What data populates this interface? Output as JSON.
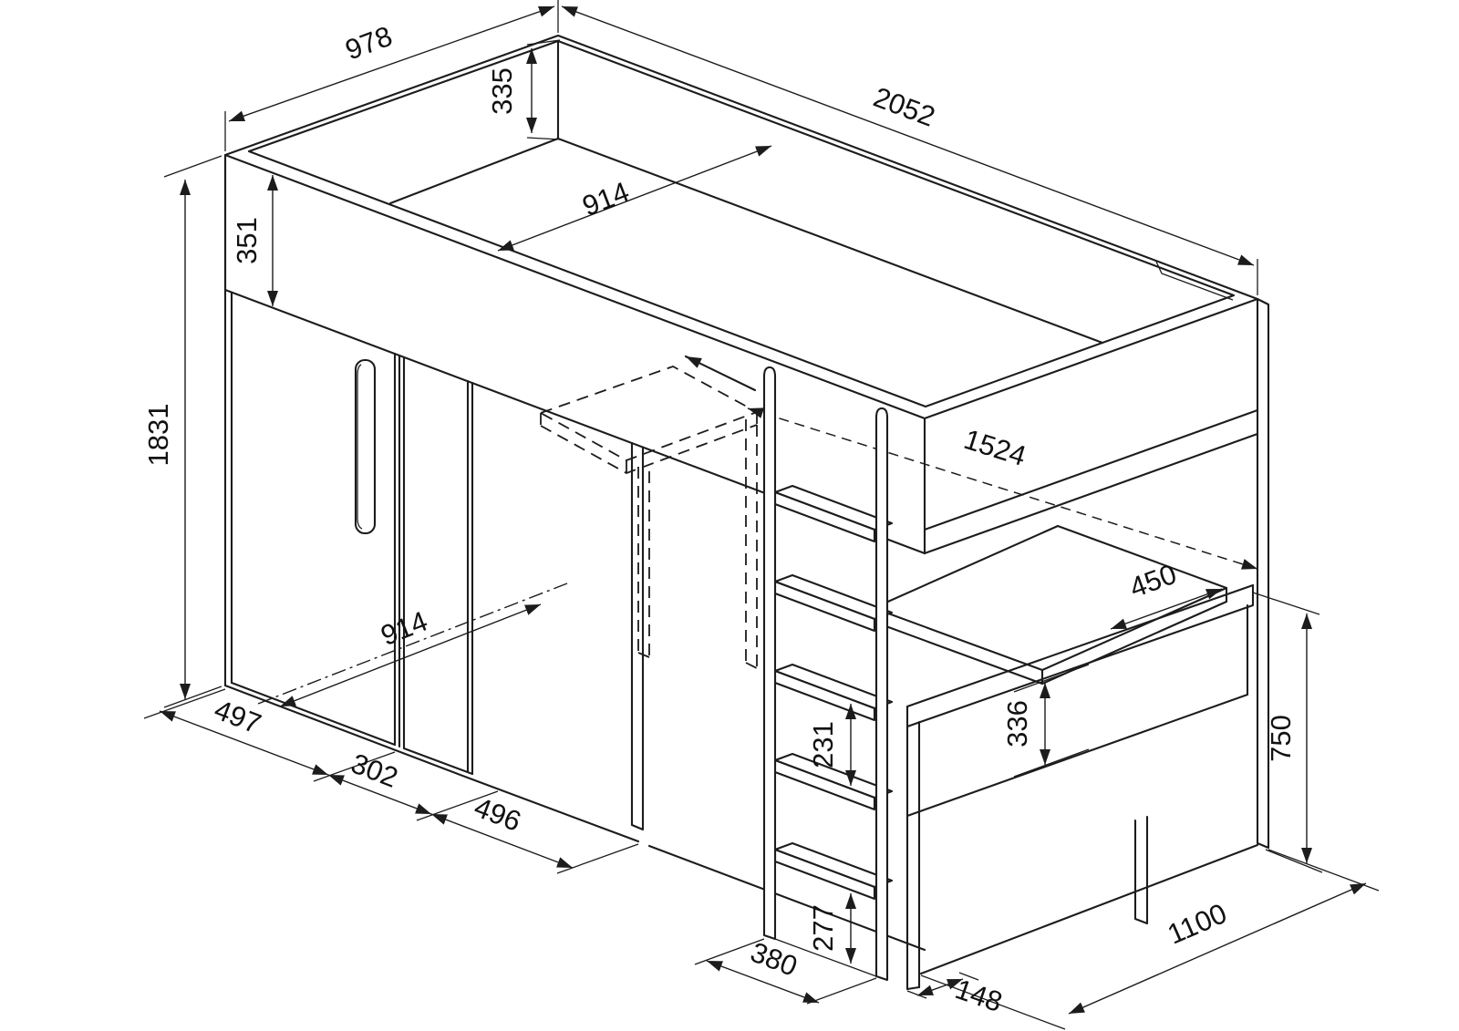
{
  "drawing": {
    "subject": "Loft bed technical line drawing with wardrobe, pull-out desk, ladder and end desk",
    "style": "isometric CAD outline",
    "line_color": "#1c1c1c",
    "background_color": "#ffffff",
    "dimensions_mm": {
      "top_depth": "978",
      "guard_inner_height": "335",
      "bed_length": "2052",
      "bed_inner_width": "914",
      "guard_rail_height": "351",
      "overall_height": "1831",
      "clearance_length": "1524",
      "shelf_depth": "450",
      "wardrobe_inner_depth": "914",
      "wardrobe_section_width": "497",
      "middle_section_width": "302",
      "desk_recess_width": "496",
      "step_spacing": "231",
      "drawer_front_height": "336",
      "desk_height": "750",
      "bottom_step_height": "277",
      "ladder_base_width": "380",
      "desk_support_depth": "148",
      "desk_depth": "1100"
    }
  }
}
